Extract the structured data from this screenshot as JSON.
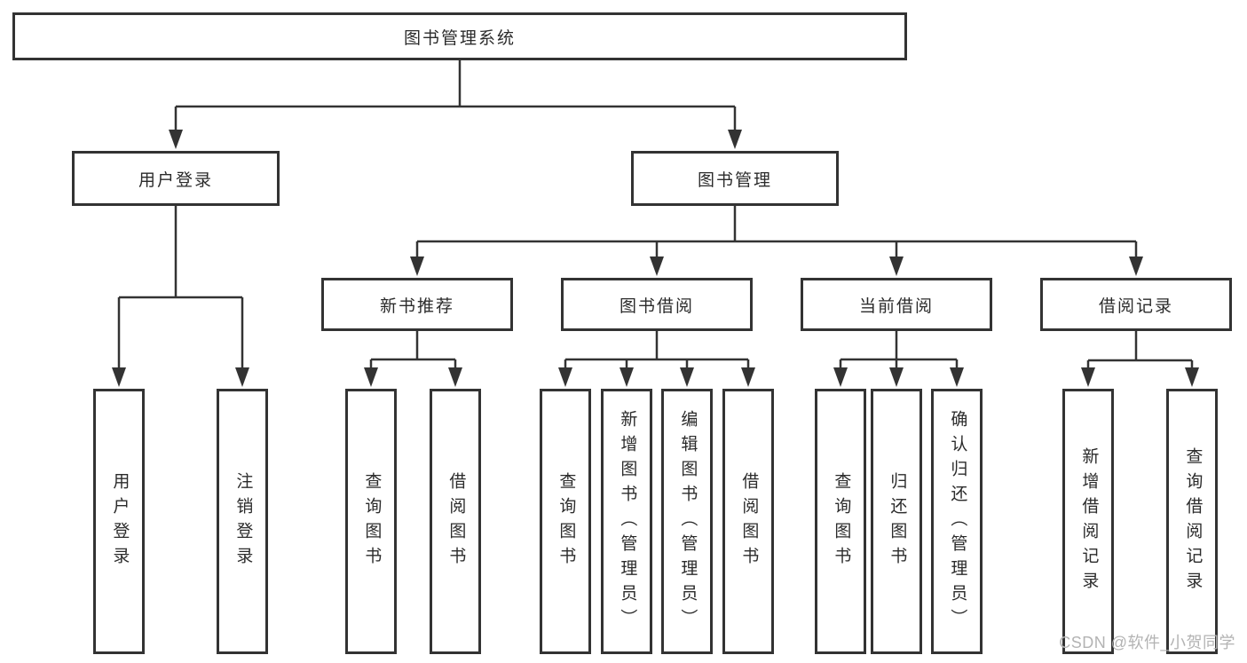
{
  "tree": {
    "root": "图书管理系统",
    "branches": [
      {
        "label": "用户登录",
        "leaves": [
          "用户登录",
          "注销登录"
        ]
      },
      {
        "label": "图书管理",
        "groups": [
          {
            "label": "新书推荐",
            "leaves": [
              "查询图书",
              "借阅图书"
            ]
          },
          {
            "label": "图书借阅",
            "leaves": [
              "查询图书",
              "新增图书（管理员）",
              "编辑图书（管理员）",
              "借阅图书"
            ]
          },
          {
            "label": "当前借阅",
            "leaves": [
              "查询图书",
              "归还图书",
              "确认归还（管理员）"
            ]
          },
          {
            "label": "借阅记录",
            "leaves": [
              "新增借阅记录",
              "查询借阅记录"
            ]
          }
        ]
      }
    ]
  },
  "watermark": "CSDN @软件_小贺同学",
  "colors": {
    "line": "#333333",
    "text": "#2b2b2b",
    "box_background": "#ffffff",
    "watermark": "#b3b3b3"
  }
}
